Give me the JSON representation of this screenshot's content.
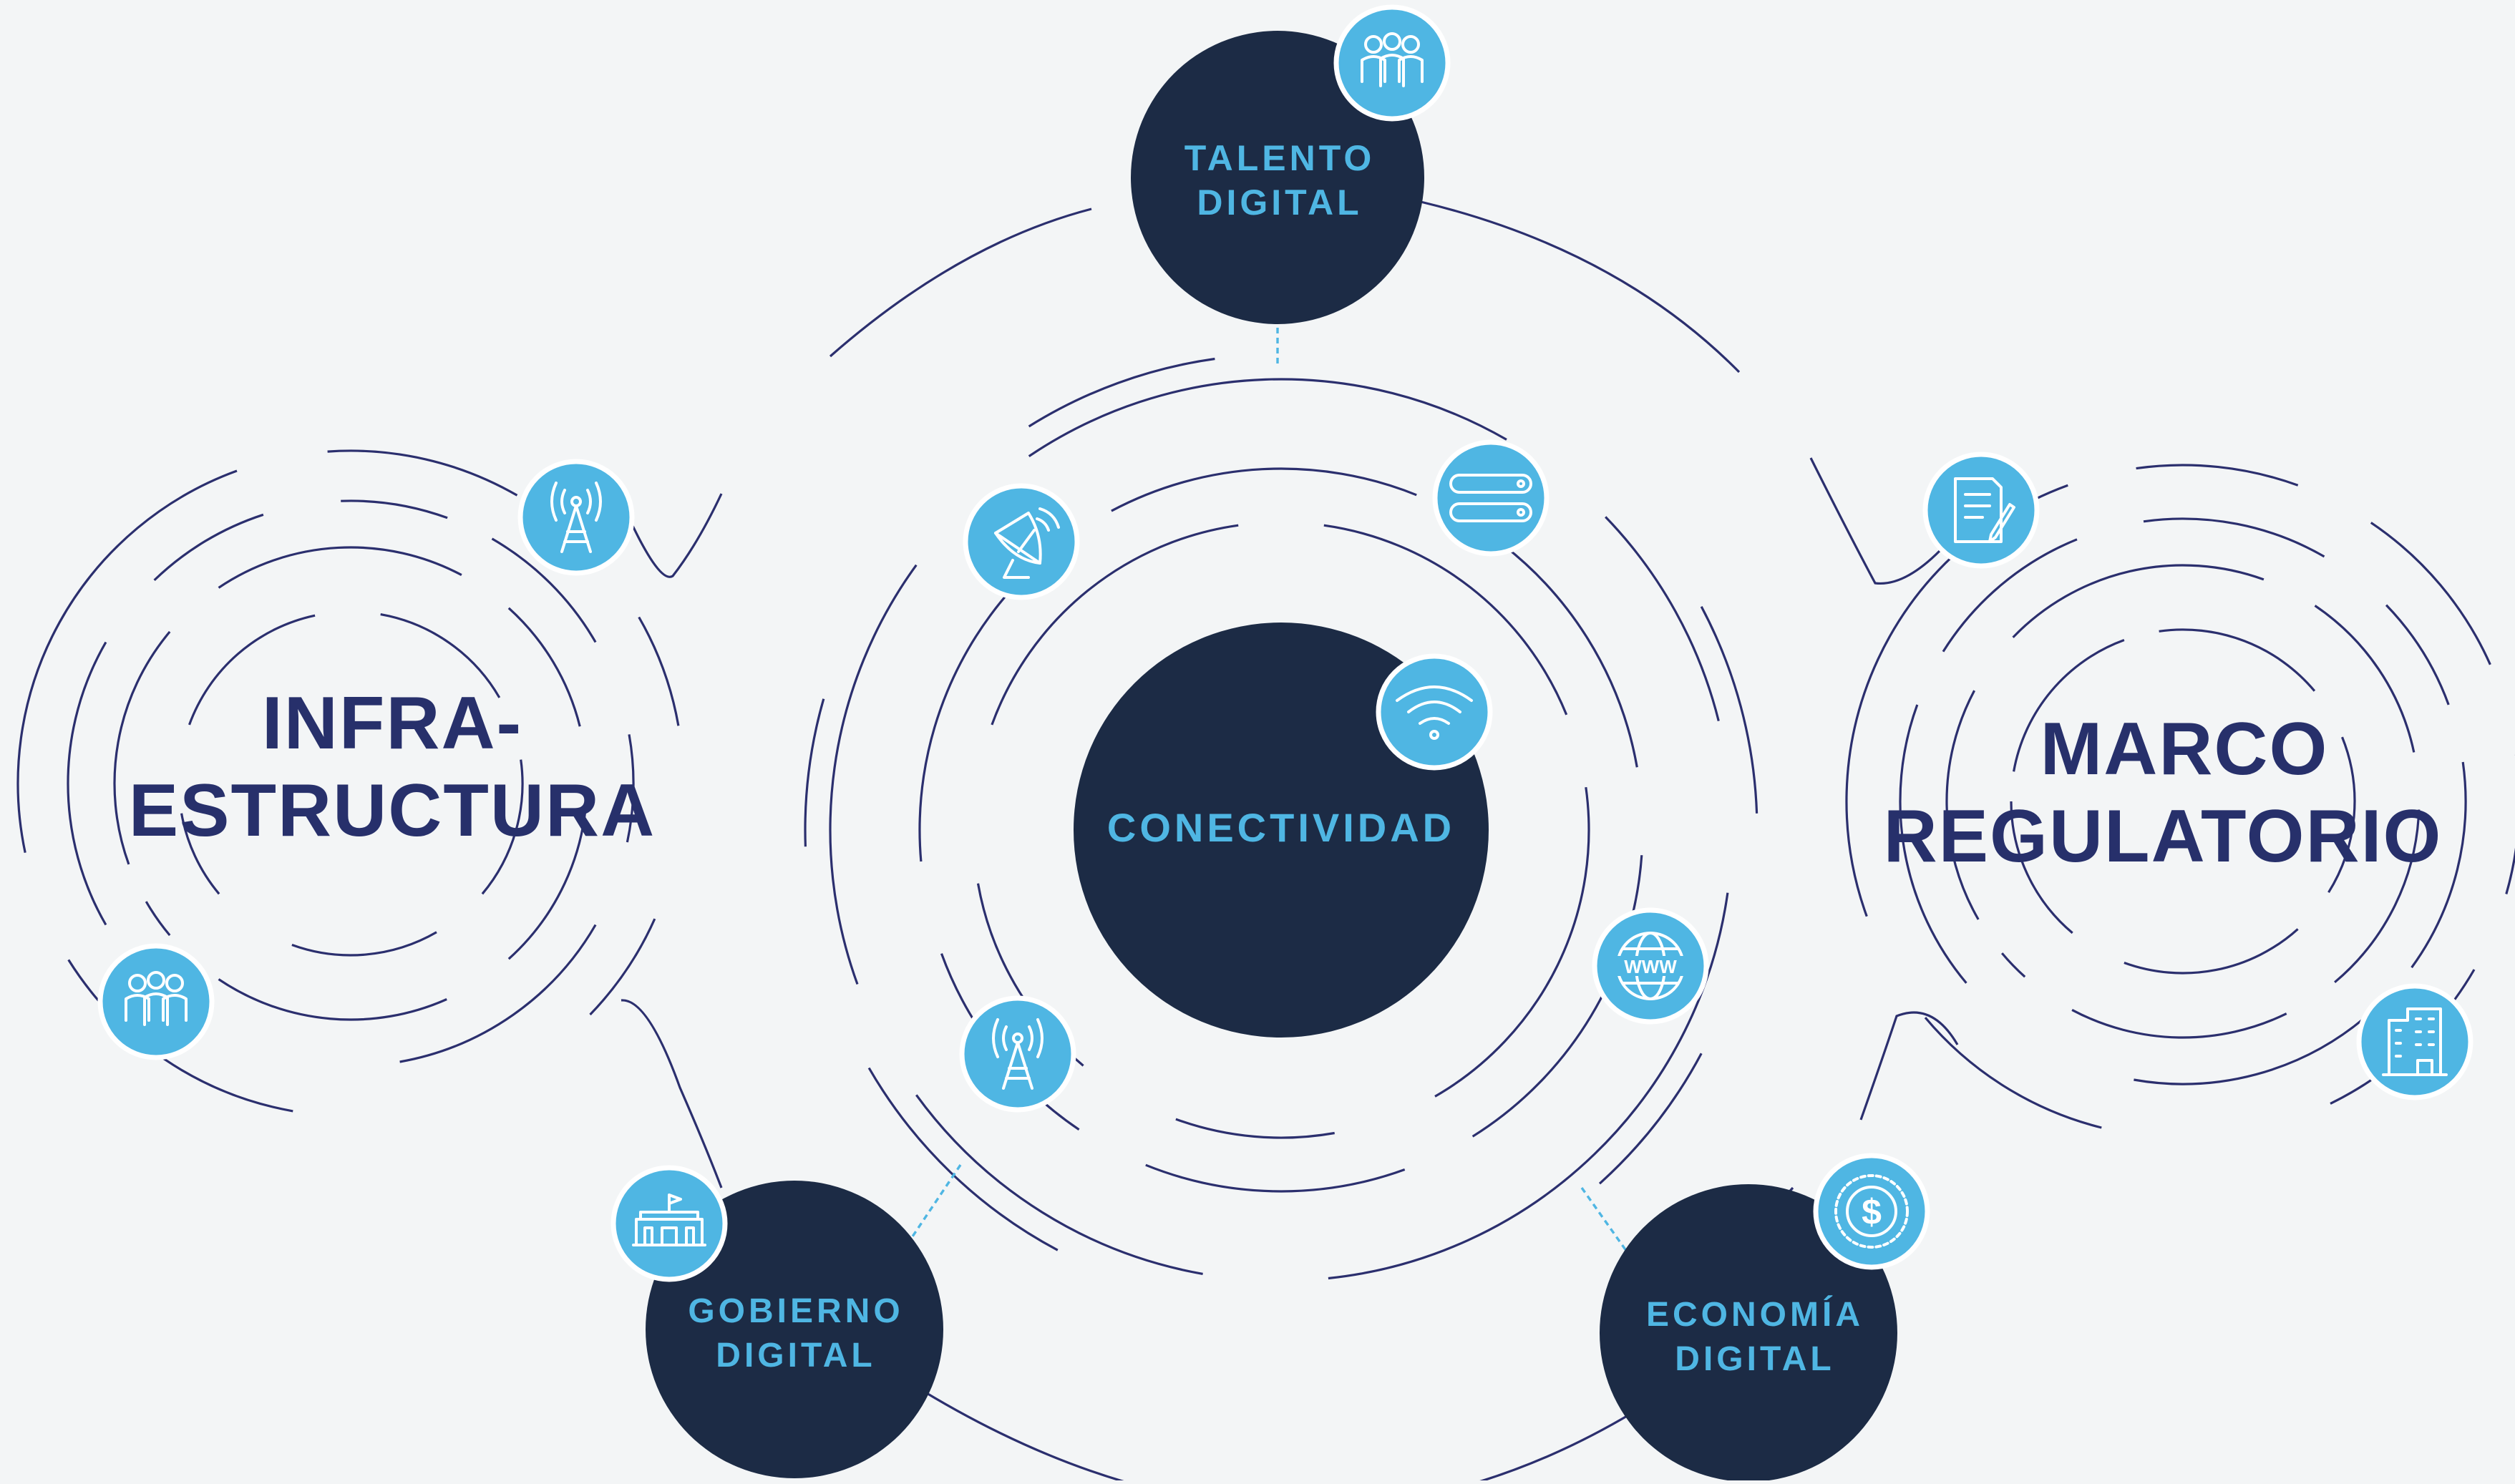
{
  "diagram": {
    "center": {
      "label": "CONECTIVIDAD"
    },
    "nodes": {
      "talento": {
        "line1": "TALENTO",
        "line2": "DIGITAL"
      },
      "gobierno": {
        "line1": "GOBIERNO",
        "line2": "DIGITAL"
      },
      "economia": {
        "line1": "ECONOMÍA",
        "line2": "DIGITAL"
      }
    },
    "infra": {
      "line1": "INFRA-",
      "line2": "ESTRUCTURA"
    },
    "marco": {
      "line1": "MARCO",
      "line2": "REGULATORIO"
    },
    "icons": [
      "people-icon",
      "antenna-icon",
      "building-icon",
      "satellite-dish-icon",
      "server-icon",
      "wifi-icon",
      "globe-www-icon",
      "dollar-coin-icon",
      "document-icon",
      "office-building-icon"
    ],
    "colors": {
      "background": "#f3f5f6",
      "node_fill": "#1c2b45",
      "accent": "#4fb6e3",
      "ring_stroke": "#2b2f6e",
      "big_label": "#27306b"
    }
  }
}
